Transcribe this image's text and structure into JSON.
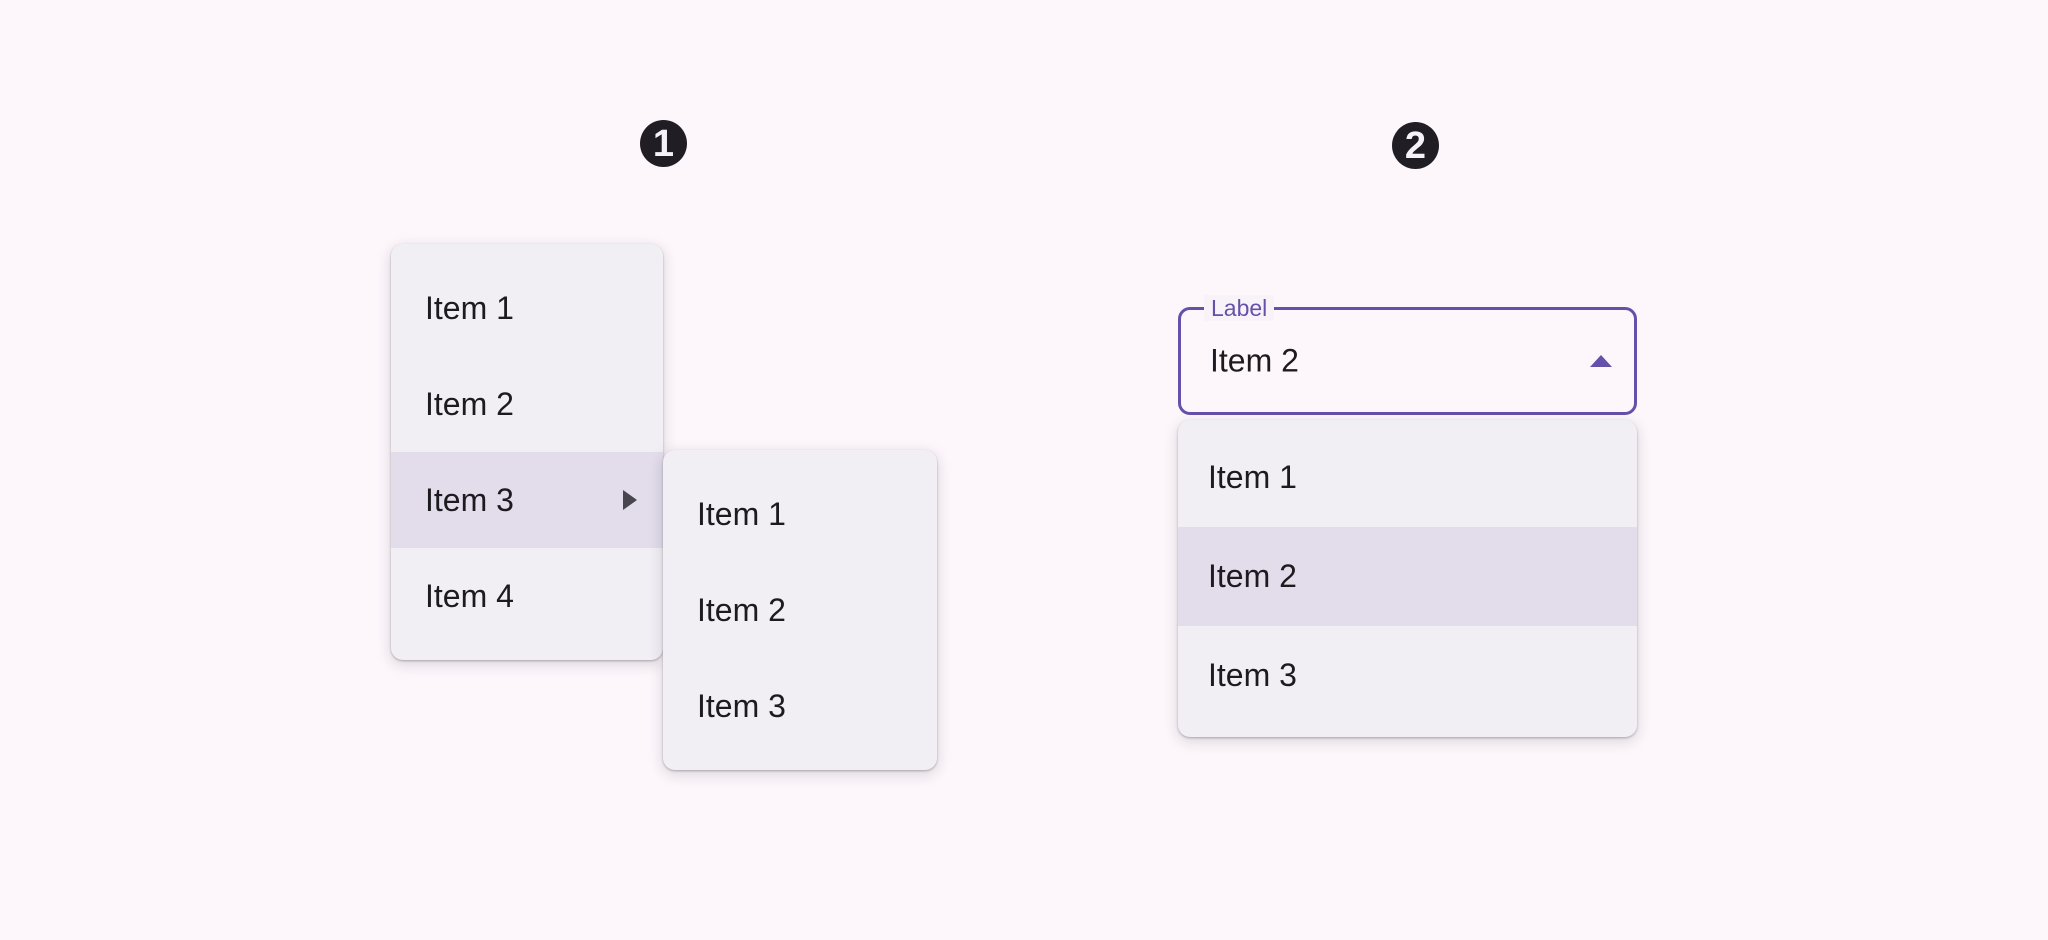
{
  "page": {
    "background_color": "#FDF7FC"
  },
  "colors": {
    "surface_panel": "#F1EFF4",
    "highlight_row": "#E2DCEB",
    "on_surface_text": "#1D1B20",
    "accent_purple": "#6551A9",
    "arrow_gray": "#49454E",
    "badge_background": "#201D24",
    "badge_text": "#F7F2FA"
  },
  "example1": {
    "badge_label": "1",
    "menu": {
      "items": [
        {
          "label": "Item 1",
          "highlighted": false
        },
        {
          "label": "Item 2",
          "highlighted": false
        },
        {
          "label": "Item 3",
          "highlighted": true,
          "has_submenu": true
        },
        {
          "label": "Item 4",
          "highlighted": false
        }
      ]
    },
    "submenu": {
      "items": [
        {
          "label": "Item 1"
        },
        {
          "label": "Item 2"
        },
        {
          "label": "Item 3"
        }
      ]
    },
    "icons": {
      "submenu_arrow": "triangle-right"
    }
  },
  "example2": {
    "badge_label": "2",
    "select": {
      "label": "Label",
      "value": "Item 2",
      "state": "open",
      "caret_icon": "triangle-up"
    },
    "listbox": {
      "items": [
        {
          "label": "Item 1",
          "selected": false
        },
        {
          "label": "Item 2",
          "selected": true
        },
        {
          "label": "Item 3",
          "selected": false
        }
      ]
    }
  }
}
